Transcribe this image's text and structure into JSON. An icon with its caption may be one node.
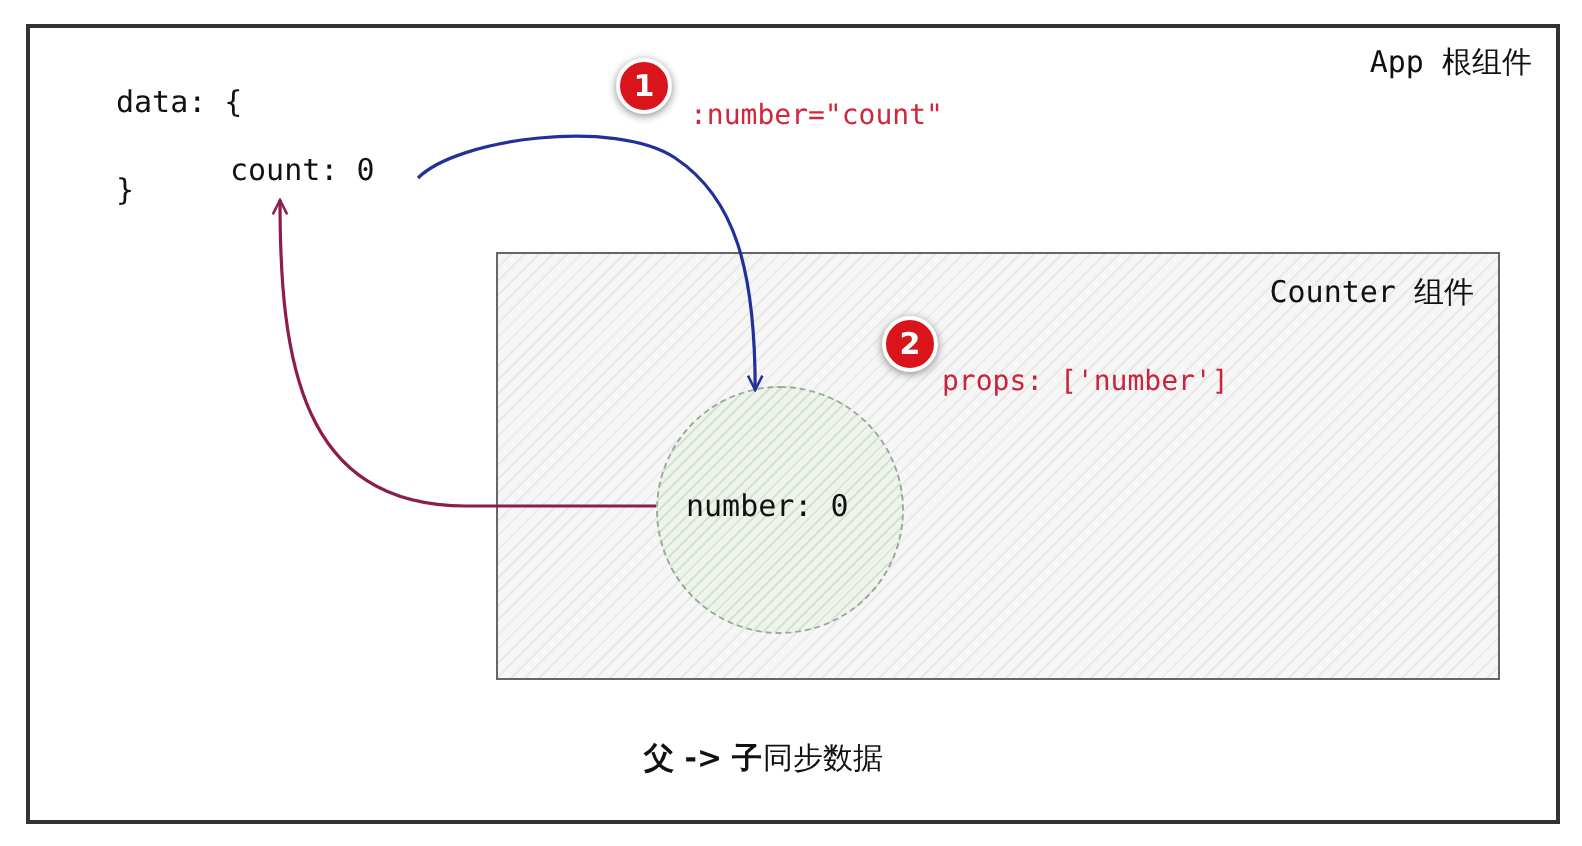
{
  "diagram": {
    "caption": "**父 -> 子**同步数据",
    "nodes": [
      {
        "text": [
          "App 根组件"
        ]
      },
      {
        "text": [
          "count: 0"
        ],
        "in": 0
      },
      {
        "text": [
          "Counter 组件"
        ],
        "in": 0
      },
      {
        "text": [
          "number: 0"
        ],
        "in": 2
      }
    ],
    "edges": [
      {
        "from": 1,
        "to": 3,
        "arrow": "to",
        "color": "#23309a"
      },
      {
        "from": 3,
        "to": 1,
        "arrow": "to",
        "color": "#8c1d4d"
      }
    ],
    "labels": [
      "data: {",
      "}",
      "1",
      ":number=\"count\"",
      "2",
      "props: ['number']"
    ]
  }
}
